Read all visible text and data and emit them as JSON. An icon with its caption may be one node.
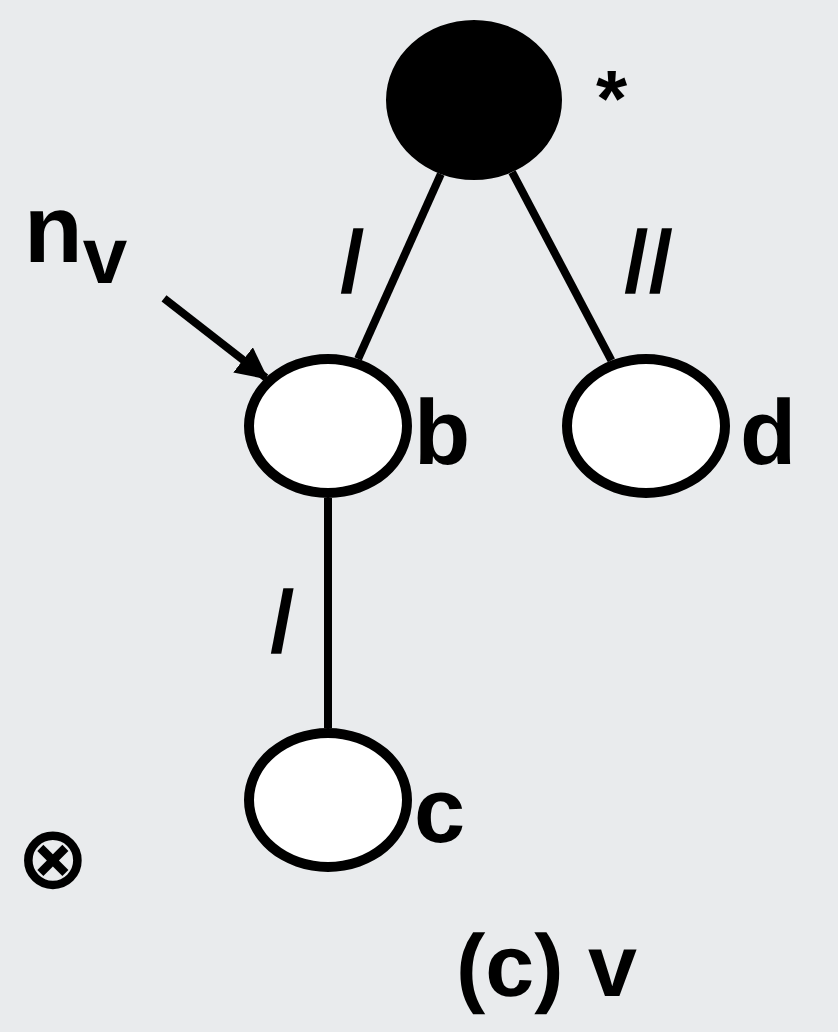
{
  "diagram": {
    "caption": "(c) v",
    "nodes": [
      {
        "text": [],
        "shape": "circle",
        "beside": [
          "*"
        ]
      },
      {
        "text": [],
        "shape": "circle",
        "beside": [
          "b"
        ]
      },
      {
        "text": [],
        "shape": "circle",
        "beside": [
          "d"
        ]
      },
      {
        "text": [],
        "shape": "circle",
        "beside": [
          "c"
        ]
      },
      {
        "text": [
          "n$_{v}$"
        ]
      }
    ],
    "edges": [
      {
        "from": 0,
        "to": 1,
        "arrow": "none",
        "label": "/"
      },
      {
        "from": 0,
        "to": 2,
        "arrow": "none",
        "label": "//"
      },
      {
        "from": 1,
        "to": 3,
        "arrow": "none",
        "label": "/"
      },
      {
        "from": 4,
        "to": 1,
        "arrow": "to"
      }
    ],
    "labels": [
      "⊗"
    ]
  }
}
